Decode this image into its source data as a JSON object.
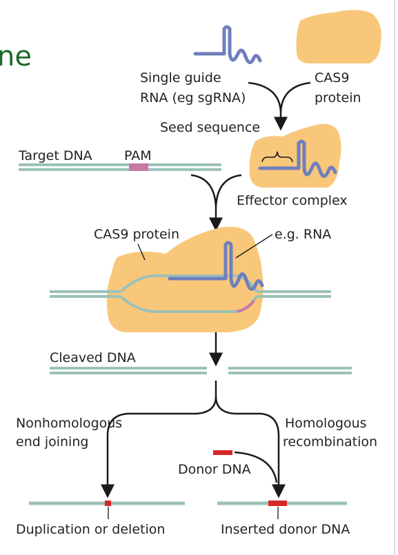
{
  "title_fragment": "ne",
  "labels": {
    "single_guide_1": "Single guide",
    "single_guide_2": "RNA (eg sgRNA)",
    "cas9_1": "CAS9",
    "cas9_2": "protein",
    "seed_sequence": "Seed sequence",
    "target_dna": "Target DNA",
    "pam": "PAM",
    "effector_complex": "Effector complex",
    "cas9_protein": "CAS9 protein",
    "eg_rna": "e.g. RNA",
    "cleaved_dna": "Cleaved DNA",
    "nhej_1": "Nonhomologous",
    "nhej_2": "end joining",
    "hr_1": "Homologous",
    "hr_2": "recombination",
    "donor_dna": "Donor DNA",
    "duplication_deletion": "Duplication or deletion",
    "inserted_donor": "Inserted donor DNA"
  },
  "colors": {
    "title": "#1d6b2a",
    "protein": "#f8c77a",
    "dna": "#9cc1b8",
    "rna": "#6f7fbd",
    "pam": "#c778a6",
    "donor": "#d62828",
    "arrow": "#1a1a1a"
  }
}
